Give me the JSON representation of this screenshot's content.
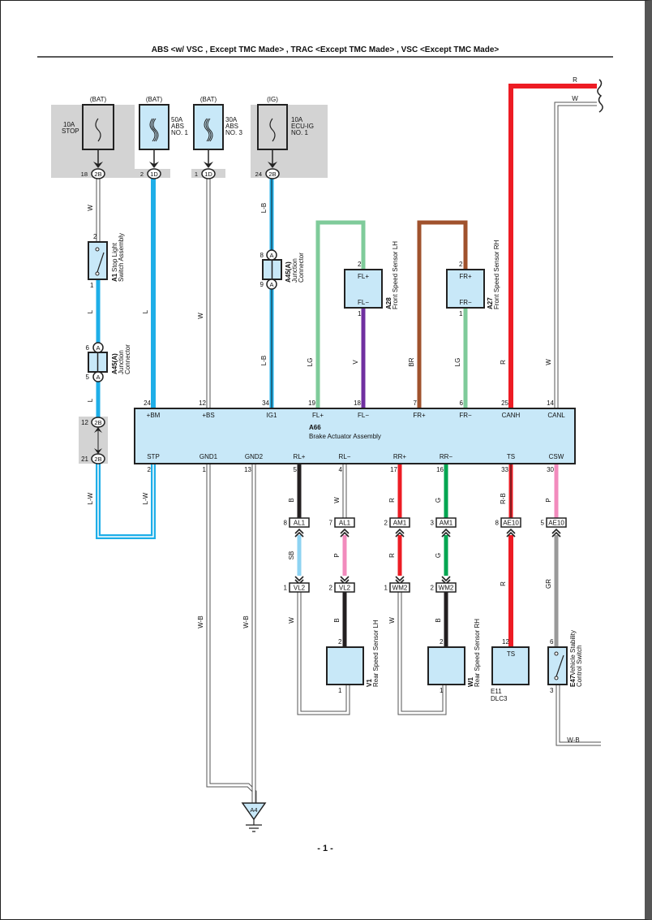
{
  "header": {
    "title": "ABS <w/ VSC , Except TMC Made> , TRAC <Except TMC Made> , VSC <Except TMC Made>"
  },
  "fuses": [
    {
      "source": "(BAT)",
      "line1": "10A",
      "line2": "STOP",
      "line3": "",
      "connector": "2B",
      "pin": "18"
    },
    {
      "source": "(BAT)",
      "line1": "50A",
      "line2": "ABS",
      "line3": "NO. 1",
      "connector": "1D",
      "pin": "2"
    },
    {
      "source": "(BAT)",
      "line1": "30A",
      "line2": "ABS",
      "line3": "NO. 3",
      "connector": "1D",
      "pin": "1"
    },
    {
      "source": "(IG)",
      "line1": "10A",
      "line2": "ECU-IG",
      "line3": "NO. 1",
      "connector": "2B",
      "pin": "24"
    }
  ],
  "components": {
    "a1": {
      "id": "A1",
      "name1": "Stop Light",
      "name2": "Switch Assembly",
      "pin_top": "2",
      "pin_bottom": "1"
    },
    "a45_left": {
      "id": "A45(A)",
      "name1": "Junction",
      "name2": "Connector",
      "terminal": "A",
      "pin_top": "6",
      "pin_bottom": "5"
    },
    "a45_right": {
      "id": "A45(A)",
      "name1": "Junction",
      "name2": "Connector",
      "terminal": "A",
      "pin_top": "8",
      "pin_bottom": "9"
    },
    "a28": {
      "id": "A28",
      "name": "Front Speed Sensor LH",
      "term_top": "FL+",
      "term_bottom": "FL−",
      "pin_top": "2",
      "pin_bottom": "1"
    },
    "a27": {
      "id": "A27",
      "name": "Front Speed Sensor RH",
      "term_top": "FR+",
      "term_bottom": "FR−",
      "pin_top": "2",
      "pin_bottom": "1"
    },
    "a66": {
      "id": "A66",
      "name": "Brake Actuator Assembly",
      "top_pins": [
        {
          "pin": "24",
          "term": "+BM"
        },
        {
          "pin": "12",
          "term": "+BS"
        },
        {
          "pin": "34",
          "term": "IG1"
        },
        {
          "pin": "19",
          "term": "FL+"
        },
        {
          "pin": "18",
          "term": "FL−"
        },
        {
          "pin": "7",
          "term": "FR+"
        },
        {
          "pin": "6",
          "term": "FR−"
        },
        {
          "pin": "25",
          "term": "CANH"
        },
        {
          "pin": "14",
          "term": "CANL"
        }
      ],
      "bottom_pins": [
        {
          "pin": "2",
          "term": "STP"
        },
        {
          "pin": "1",
          "term": "GND1"
        },
        {
          "pin": "13",
          "term": "GND2"
        },
        {
          "pin": "5",
          "term": "RL+"
        },
        {
          "pin": "4",
          "term": "RL−"
        },
        {
          "pin": "17",
          "term": "RR+"
        },
        {
          "pin": "16",
          "term": "RR−"
        },
        {
          "pin": "33",
          "term": "TS"
        },
        {
          "pin": "30",
          "term": "CSW"
        }
      ]
    },
    "v1": {
      "id": "V1",
      "name": "Rear Speed Sensor LH",
      "pin_top": "2",
      "pin_bottom": "1"
    },
    "w1": {
      "id": "W1",
      "name": "Rear Speed Sensor RH",
      "pin_top": "2",
      "pin_bottom": "1"
    },
    "e11": {
      "id": "E11",
      "name": "DLC3",
      "term": "TS",
      "pin": "12"
    },
    "e47": {
      "id": "E47",
      "name1": "Vehicle Stability",
      "name2": "Control Switch",
      "pin_top": "6",
      "pin_bottom": "3"
    },
    "a4": {
      "id": "A4"
    }
  },
  "junction_2b": {
    "connector": "2B",
    "pin_top": "12",
    "pin_bottom": "21"
  },
  "inline_connectors": [
    {
      "upper": "AL1",
      "upper_pin": "8",
      "lower": "VL2",
      "lower_pin": "1"
    },
    {
      "upper": "AL1",
      "upper_pin": "7",
      "lower": "VL2",
      "lower_pin": "2"
    },
    {
      "upper": "AM1",
      "upper_pin": "2",
      "lower": "WM2",
      "lower_pin": "1"
    },
    {
      "upper": "AM1",
      "upper_pin": "3",
      "lower": "WM2",
      "lower_pin": "2"
    },
    {
      "upper": "AE10",
      "upper_pin": "8"
    },
    {
      "upper": "AE10",
      "upper_pin": "5"
    }
  ],
  "wire_labels": {
    "stop_top": "W",
    "stop_mid": "L",
    "stop_low": "L",
    "stop_lw": "L-W",
    "bm": "L",
    "bm_lw": "L-W",
    "bs": "W",
    "ig_top": "L-B",
    "ig_low": "L-B",
    "fl_plus": "LG",
    "fl_minus": "V",
    "fr_plus": "BR",
    "fr_minus": "LG",
    "canh": "R",
    "canl": "W",
    "canh_out": "R",
    "canl_out": "W",
    "gnd1": "W-B",
    "gnd2": "W-B",
    "rlp_1": "B",
    "rlp_2": "SB",
    "rlp_3": "W",
    "rlm_1": "W",
    "rlm_2": "P",
    "rlm_3": "B",
    "rrp_1": "R",
    "rrp_2": "R",
    "rrp_3": "W",
    "rrm_1": "G",
    "rrm_2": "G",
    "rrm_3": "B",
    "ts_1": "R-B",
    "ts_2": "R",
    "csw_1": "P",
    "csw_2": "GR",
    "e47_gnd": "W-B"
  },
  "wire_colors": {
    "L": "#1eaee8",
    "LG": "#7fcb9a",
    "V": "#7030a0",
    "BR": "#a0522d",
    "R": "#ed1c24",
    "B": "#231f20",
    "SB": "#8ed3f2",
    "P": "#f28bbd",
    "G": "#00a651",
    "GR": "#999999",
    "component_fill": "#c8e8f8",
    "fuse_area": "#d3d3d3"
  },
  "page_number": "- 1 -"
}
